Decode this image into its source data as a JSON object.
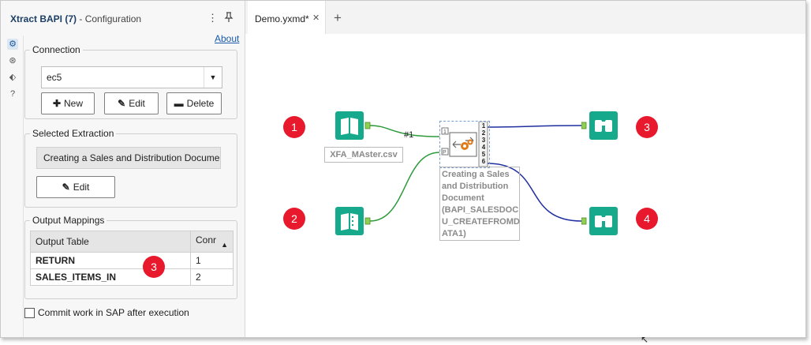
{
  "panel": {
    "title": "Xtract BAPI (7)",
    "subtitle": "- Configuration",
    "about_link": "About",
    "menu_icon": "kebab-menu-icon",
    "pin_icon": "pin-icon",
    "side_icons": [
      "gear-icon",
      "connection-icon",
      "tag-icon",
      "help-icon"
    ]
  },
  "connection": {
    "legend": "Connection",
    "selected": "ec5",
    "new_label": "New",
    "edit_label": "Edit",
    "delete_label": "Delete"
  },
  "extraction": {
    "legend": "Selected Extraction",
    "value": "Creating a Sales and Distribution Document (",
    "edit_label": "Edit"
  },
  "mappings": {
    "legend": "Output Mappings",
    "columns": [
      "Output Table",
      "Conr"
    ],
    "rows": [
      {
        "table": "RETURN",
        "conn": "1"
      },
      {
        "table": "SALES_ITEMS_IN",
        "conn": "2"
      }
    ]
  },
  "commit_label": "Commit work in SAP after execution",
  "tabs": [
    {
      "label": "Demo.yxmd*"
    }
  ],
  "workflow": {
    "input_label": "XFA_MAster.csv",
    "connection_label": "#1",
    "bapi_anchors": [
      "1",
      "2",
      "3",
      "4",
      "5",
      "6"
    ],
    "bapi_label": [
      "Creating a Sales",
      "and Distribution",
      "Document",
      "(BAPI_SALESDOC",
      "U_CREATEFROMD",
      "ATA1)"
    ]
  },
  "badges": [
    "1",
    "2",
    "3",
    "4",
    "3"
  ],
  "colors": {
    "accent": "#1a5aa8",
    "badge": "#e8192c",
    "tool_green": "#17a98c",
    "line_blue": "#1f2f9e",
    "line_green": "#2e9a3c"
  }
}
